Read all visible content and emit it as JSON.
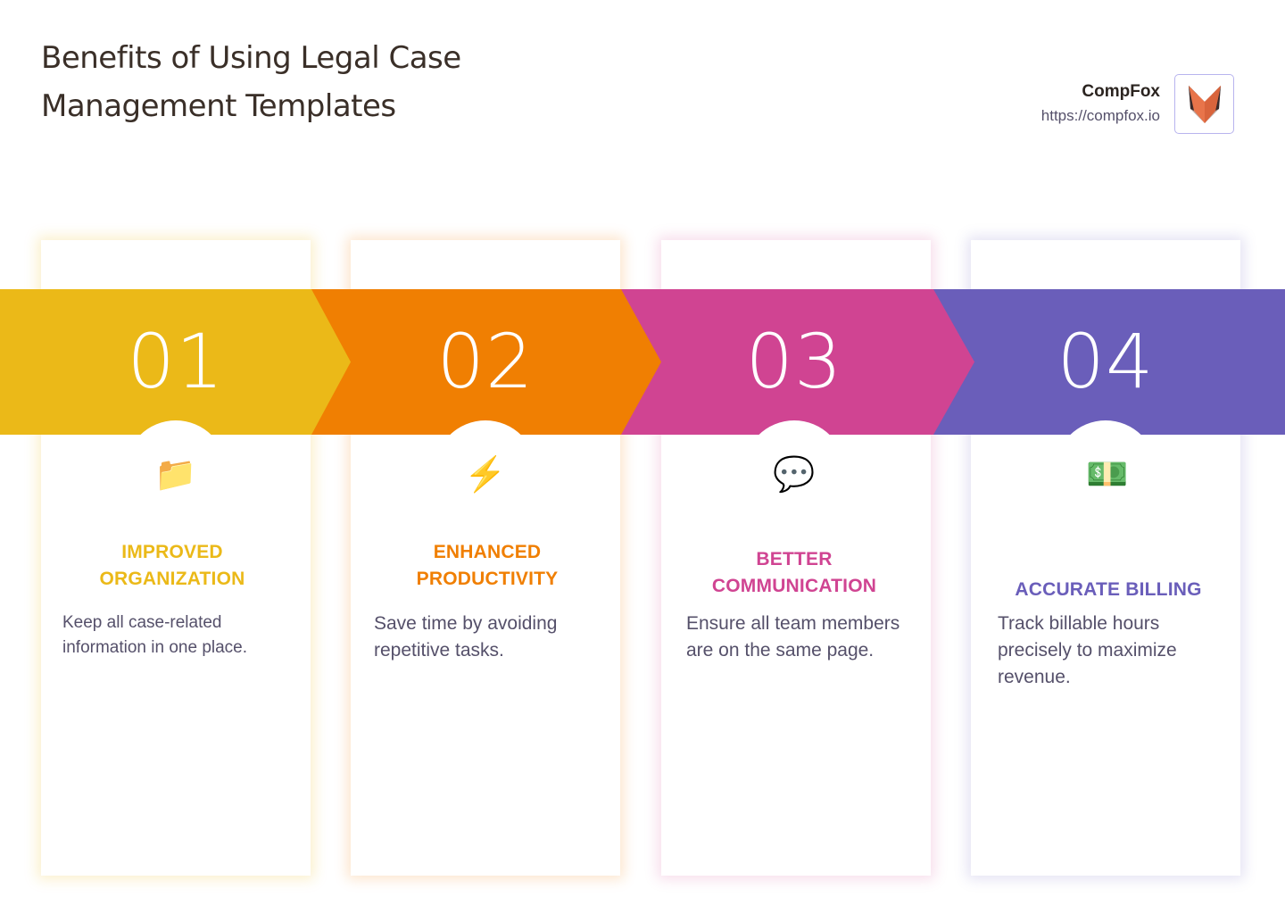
{
  "header": {
    "title": "Benefits of Using Legal Case Management Templates",
    "brand_name": "CompFox",
    "brand_url": "https://compfox.io",
    "logo_icon": "fox-logo-icon"
  },
  "colors": {
    "yellow": "#EBB918",
    "orange": "#F07F02",
    "pink": "#D04492",
    "purple": "#6A5EBA",
    "title_text": "#3A2F28",
    "body_text": "#55506A"
  },
  "steps": [
    {
      "number": "01",
      "icon": "folder-icon",
      "glyph": "📁",
      "title": "IMPROVED ORGANIZATION",
      "title_lines": [
        "IMPROVED",
        "ORGANIZATION"
      ],
      "description": "Keep all case-related information in one place.",
      "color": "#EBB918"
    },
    {
      "number": "02",
      "icon": "lightning-icon",
      "glyph": "⚡",
      "title": "ENHANCED PRODUCTIVITY",
      "title_lines": [
        "ENHANCED",
        "PRODUCTIVITY"
      ],
      "description": "Save time by avoiding repetitive tasks.",
      "color": "#F07F02"
    },
    {
      "number": "03",
      "icon": "speech-bubble-icon",
      "glyph": "💬",
      "title": "BETTER COMMUNICATION",
      "title_lines": [
        "BETTER",
        "COMMUNICATION"
      ],
      "description": "Ensure all team members are on the same page.",
      "color": "#D04492"
    },
    {
      "number": "04",
      "icon": "money-icon",
      "glyph": "💵",
      "title": "ACCURATE BILLING",
      "title_lines": [
        "ACCURATE BILLING"
      ],
      "description": "Track billable hours precisely to maximize revenue.",
      "color": "#6A5EBA"
    }
  ]
}
